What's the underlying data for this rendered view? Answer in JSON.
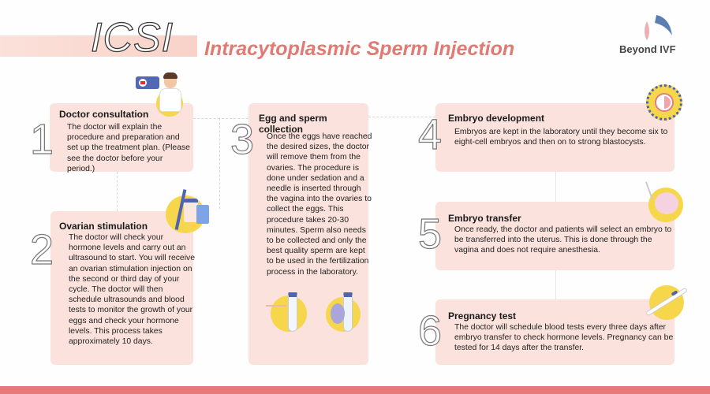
{
  "header": {
    "acronym": "ICSI",
    "title": "Intracytoplasmic Sperm Injection"
  },
  "logo": {
    "brand": "Beyond ",
    "brand_suffix": "IVF",
    "colors": {
      "left_petal": "#e8a2a8",
      "right_petal": "#5b7fb3"
    }
  },
  "colors": {
    "card_bg": "#fbe2dc",
    "accent": "#e07b73",
    "footer": "#e6797a",
    "illustration_yellow": "#f6d64a",
    "illustration_blue": "#4f64b0"
  },
  "steps": [
    {
      "number": "1",
      "title": "Doctor consultation",
      "text": "The doctor will explain the procedure and preparation and set up the treatment plan. (Please see the doctor before your period.)",
      "icon": "doctor-icon"
    },
    {
      "number": "2",
      "title": "Ovarian stimulation",
      "text": "The doctor will check your hormone levels and carry out an ultrasound to start. You will receive an ovarian stimulation injection on the second or third day of your cycle. The doctor will then schedule ultrasounds and blood tests to monitor the growth of your eggs and check your hormone levels. This process takes approximately 10 days.",
      "icon": "syringe-medication-icon"
    },
    {
      "number": "3",
      "title": "Egg and sperm collection",
      "text": "Once the eggs have reached the desired sizes, the doctor will remove them from the ovaries. The procedure is done under sedation and a needle is inserted through the vagina into the ovaries to collect the eggs. This procedure takes 20-30 minutes. Sperm also needs to be collected and only the best quality sperm are kept to be used in the fertilization process in the laboratory.",
      "icon": "test-tube-collection-icon"
    },
    {
      "number": "4",
      "title": "Embryo development",
      "text": "Embryos are kept in the laboratory until they become six to eight-cell embryos and then on to strong blastocysts.",
      "icon": "embryo-cycle-icon"
    },
    {
      "number": "5",
      "title": "Embryo transfer",
      "text": "Once ready, the doctor and patients will select an embryo to be transferred into the uterus. This is done through the vagina and does not require anesthesia.",
      "icon": "embryo-transfer-icon"
    },
    {
      "number": "6",
      "title": "Pregnancy test",
      "text": "The doctor will schedule blood tests every three days after embryo transfer to check hormone levels. Pregnancy can be tested for 14 days after the transfer.",
      "icon": "pregnancy-test-icon"
    }
  ]
}
